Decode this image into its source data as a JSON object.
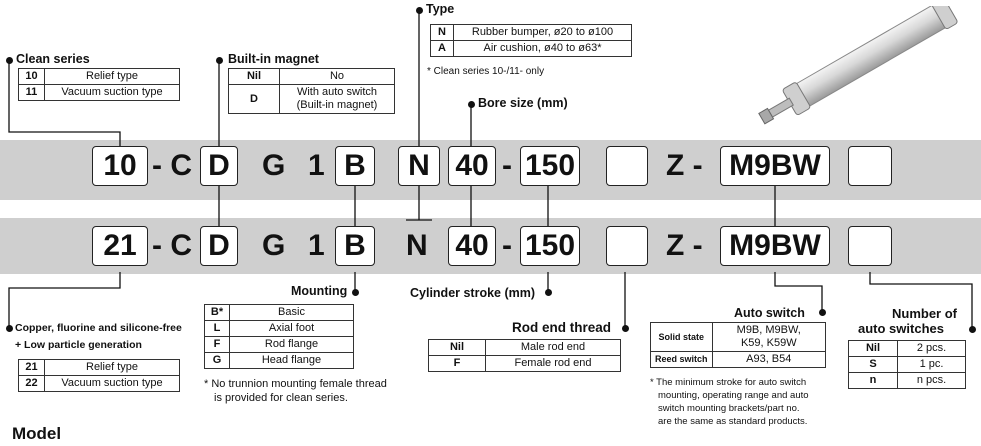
{
  "clean_series": {
    "title": "Clean series",
    "rows": [
      {
        "code": "10",
        "desc": "Relief type"
      },
      {
        "code": "11",
        "desc": "Vacuum suction type"
      }
    ]
  },
  "magnet": {
    "title": "Built-in magnet",
    "rows": [
      {
        "code": "Nil",
        "desc": "No"
      },
      {
        "code": "D",
        "desc1": "With auto switch",
        "desc2": "(Built-in magnet)"
      }
    ]
  },
  "type": {
    "title": "Type",
    "rows": [
      {
        "code": "N",
        "desc": "Rubber bumper, ø20 to ø100"
      },
      {
        "code": "A",
        "desc": "Air cushion, ø40 to ø63*"
      }
    ],
    "note": "* Clean series 10-/11- only"
  },
  "bore": {
    "title": "Bore size (mm)"
  },
  "model1": {
    "prefix": "10",
    "c": "- C",
    "d": "D",
    "g": "G",
    "one": "1",
    "b": "B",
    "n": "N",
    "bore": "40",
    "dash": "-",
    "stroke": "150",
    "z": "Z -",
    "sw": "M9BW"
  },
  "model2": {
    "prefix": "21",
    "c": "- C",
    "d": "D",
    "g": "G",
    "one": "1",
    "b": "B",
    "n": "N",
    "bore": "40",
    "dash": "-",
    "stroke": "150",
    "z": "Z -",
    "sw": "M9BW"
  },
  "copper": {
    "title1": "Copper, fluorine and silicone-free",
    "title2": "+ Low particle generation",
    "rows": [
      {
        "code": "21",
        "desc": "Relief type"
      },
      {
        "code": "22",
        "desc": "Vacuum suction type"
      }
    ]
  },
  "mounting": {
    "title": "Mounting",
    "rows": [
      {
        "code": "B*",
        "desc": "Basic"
      },
      {
        "code": "L",
        "desc": "Axial foot"
      },
      {
        "code": "F",
        "desc": "Rod flange"
      },
      {
        "code": "G",
        "desc": "Head flange"
      }
    ],
    "note1": "* No trunnion mounting female thread",
    "note2": "is provided for clean series."
  },
  "stroke": {
    "title": "Cylinder stroke (mm)"
  },
  "rod_end": {
    "title": "Rod end thread",
    "rows": [
      {
        "code": "Nil",
        "desc": "Male rod end"
      },
      {
        "code": "F",
        "desc": "Female rod end"
      }
    ]
  },
  "auto_switch": {
    "title": "Auto switch",
    "rows": [
      {
        "code": "Solid state",
        "desc1": "M9B, M9BW,",
        "desc2": "K59, K59W"
      },
      {
        "code": "Reed switch",
        "desc": "A93, B54"
      }
    ],
    "notes": [
      "* The minimum stroke for auto switch",
      "mounting, operating range and auto",
      "switch mounting brackets/part no.",
      "are the same as standard products."
    ]
  },
  "num_switches": {
    "title1": "Number of",
    "title2": "auto switches",
    "rows": [
      {
        "code": "Nil",
        "desc": "2 pcs."
      },
      {
        "code": "S",
        "desc": "1 pc."
      },
      {
        "code": "n",
        "desc": "n pcs."
      }
    ]
  },
  "section_title": "Model"
}
